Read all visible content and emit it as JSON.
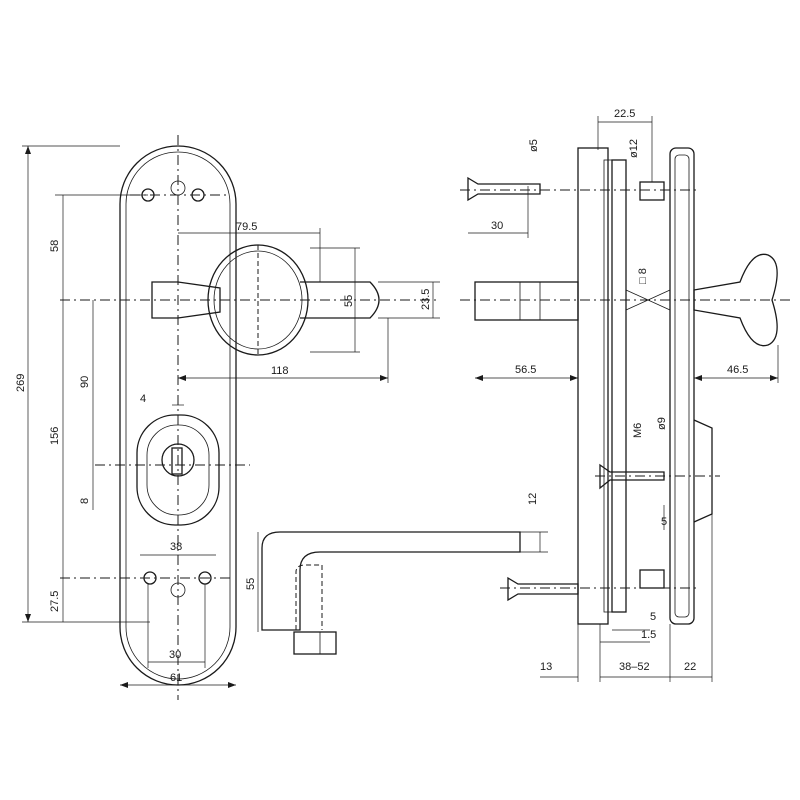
{
  "dims": {
    "d269": "269",
    "d58": "58",
    "d156": "156",
    "d90": "90",
    "d8": "8",
    "d27_5": "27.5",
    "d79_5": "79.5",
    "d55_knob": "55",
    "d23_5": "23.5",
    "d118": "118",
    "d4": "4",
    "d38": "38",
    "d30_bottom": "30",
    "d61": "61",
    "d5_screw": "ø5",
    "d30_screw": "30",
    "d22_5": "22.5",
    "d12": "ø12",
    "d_sq8": "□ 8",
    "d56_5": "56.5",
    "d46_5": "46.5",
    "dM6": "M6",
    "d9": "ø9",
    "d5_a": "5",
    "d12_handle": "12",
    "d55_handle": "55",
    "d5_b": "5",
    "d1_5": "1.5",
    "d13": "13",
    "d38_52": "38–52",
    "d22": "22"
  }
}
